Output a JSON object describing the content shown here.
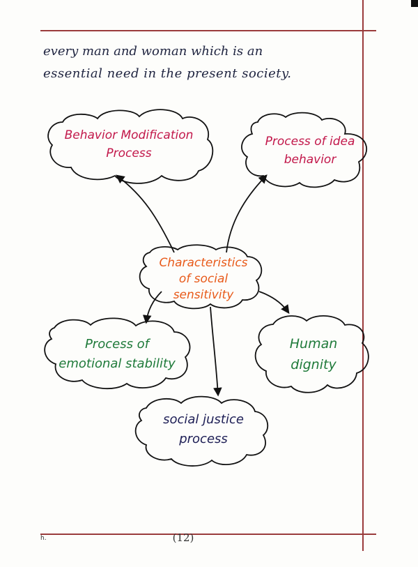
{
  "intro_text": {
    "line1": "every man and woman which is an",
    "line2": "essential need in the present society."
  },
  "diagram": {
    "center": {
      "lines": [
        "Characteristics",
        "of social",
        "sensitivity"
      ]
    },
    "nodes": [
      {
        "id": "behavior-modification",
        "lines": [
          "Behavior Modification",
          "Process"
        ]
      },
      {
        "id": "idea-behavior",
        "lines": [
          "Process of idea",
          "behavior"
        ]
      },
      {
        "id": "emotional-stability",
        "lines": [
          "Process of",
          "emotional stability"
        ]
      },
      {
        "id": "human-dignity",
        "lines": [
          "Human",
          "dignity"
        ]
      },
      {
        "id": "social-justice",
        "lines": [
          "social justice",
          "process"
        ]
      }
    ]
  },
  "footer": {
    "page_number": "(12)",
    "corner_mark": "h."
  },
  "colors": {
    "red": "#c2174a",
    "orange": "#e85a1a",
    "green": "#1f7a3a",
    "navy": "#1d1e55",
    "ink": "#111111",
    "margin_rule": "#9a3b3b"
  }
}
